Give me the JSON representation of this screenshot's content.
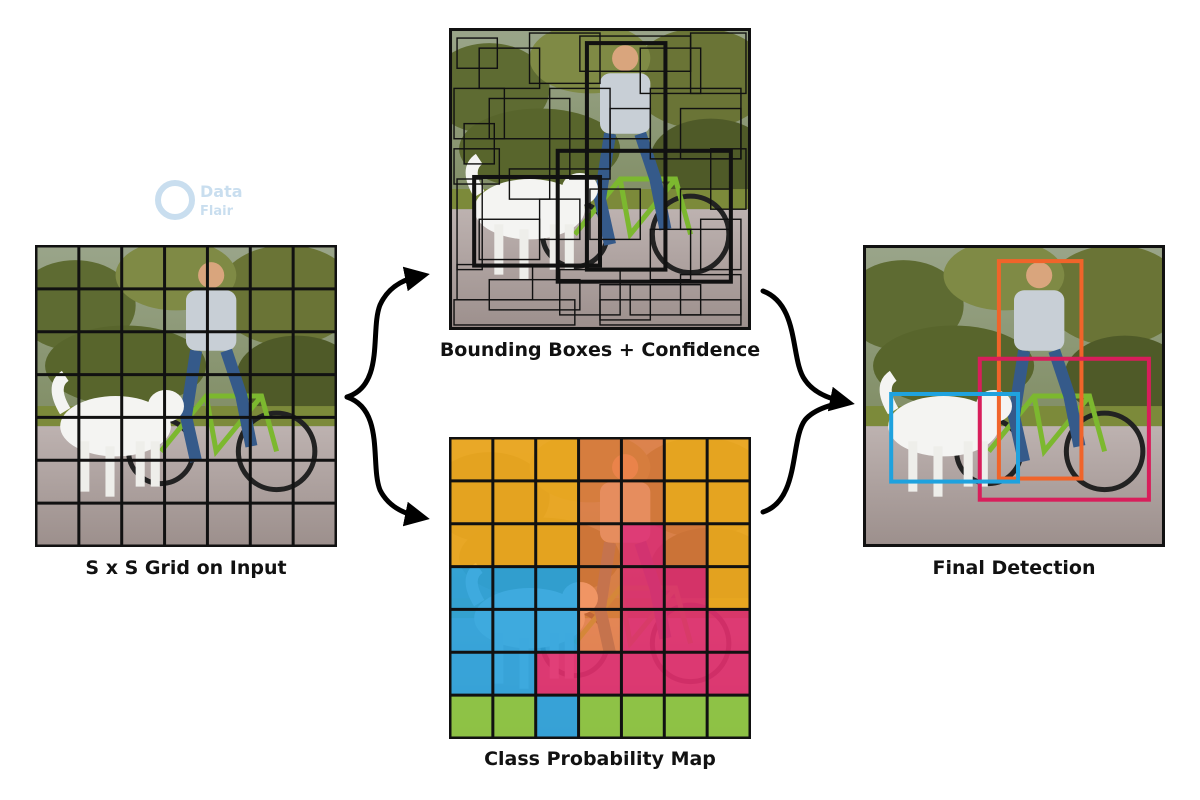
{
  "captions": {
    "grid_input": "S x S Grid on Input",
    "bounding_boxes": "Bounding Boxes + Confidence",
    "class_map": "Class Probability Map",
    "final_detection": "Final Detection"
  },
  "watermark": {
    "line1": "Data",
    "line2": "Flair"
  },
  "grid": {
    "rows": 7,
    "cols": 7
  },
  "class_map": {
    "colors": {
      "O": "#f0a81e",
      "R": "#ee7a3c",
      "B": "#2ea3dc",
      "P": "#e0306e",
      "G": "#8cc63f"
    },
    "cells": [
      "OOORROO",
      "OOORROO",
      "OOORPRO",
      "BBBRPPO",
      "BBBRPPP",
      "BBPPPPP",
      "GGBGGGG"
    ]
  },
  "detections": [
    {
      "label": "person",
      "color": "#f0642a"
    },
    {
      "label": "bicycle",
      "color": "#d81e5b"
    },
    {
      "label": "dog",
      "color": "#1fa2de"
    }
  ]
}
